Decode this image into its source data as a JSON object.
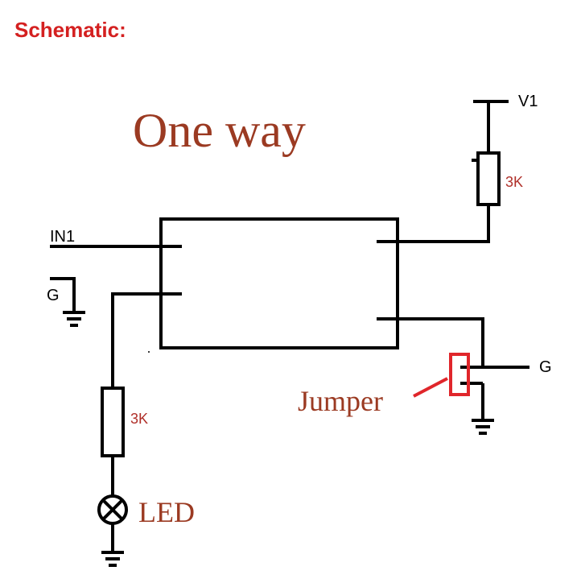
{
  "heading": "Schematic:",
  "title": "One way",
  "labels": {
    "v1": "V1",
    "r_top": "3K",
    "in1": "IN1",
    "g_left": "G",
    "g_right": "G",
    "r_left": "3K",
    "led": "LED",
    "jumper": "Jumper"
  },
  "colors": {
    "heading": "#d42020",
    "title": "#9b3a22",
    "wire": "#000000",
    "value": "#b0302a",
    "jumper": "#e0262b"
  },
  "icons": {
    "led": "lamp-cross-icon",
    "ground": "ground-icon",
    "resistor": "resistor-icon"
  }
}
